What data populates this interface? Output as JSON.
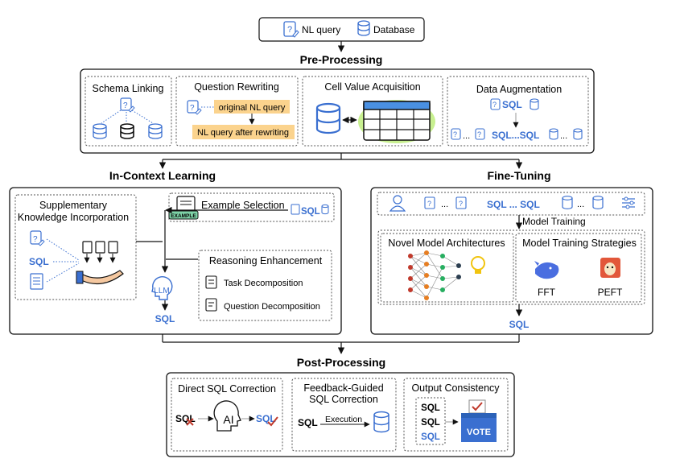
{
  "top_box": {
    "nl_query": "NL query",
    "database": "Database"
  },
  "stages": {
    "pre_processing": "Pre-Processing",
    "in_context_learning": "In-Context Learning",
    "fine_tuning": "Fine-Tuning",
    "post_processing": "Post-Processing"
  },
  "pre": {
    "schema_linking": "Schema Linking",
    "question_rewriting": "Question Rewriting",
    "original_query": "original NL query",
    "rewritten_query": "NL query after rewriting",
    "cell_value": "Cell Value Acquisition",
    "data_aug": "Data Augmentation",
    "sql": "SQL",
    "ellipsis": "...",
    "sql_seq": "SQL...SQL"
  },
  "icl": {
    "supp_line1": "Supplementary",
    "supp_line2": "Knowledge Incorporation",
    "sql": "SQL",
    "example_badge": "EXAMPLE",
    "example_selection": "Example Selection",
    "llm": "LLM",
    "reasoning": "Reasoning Enhancement",
    "task_decomp": "Task Decomposition",
    "question_decomp": "Question Decomposition"
  },
  "ft": {
    "top_sql_seq": "SQL ... SQL",
    "ellipsis": "...",
    "model_training": "Model Training",
    "novel_arch": "Novel Model Architectures",
    "training_strategies": "Model Training Strategies",
    "fft": "FFT",
    "peft": "PEFT",
    "sql": "SQL"
  },
  "post": {
    "direct_correction": "Direct SQL Correction",
    "feedback_line1": "Feedback-Guided",
    "feedback_line2": "SQL Correction",
    "execution": "Execution",
    "output_consistency": "Output Consistency",
    "sql": "SQL",
    "ai": "AI",
    "vote": "VOTE"
  },
  "colors": {
    "blue": "#3a6fd0",
    "highlight": "#fbd38d",
    "dark": "#111111"
  }
}
